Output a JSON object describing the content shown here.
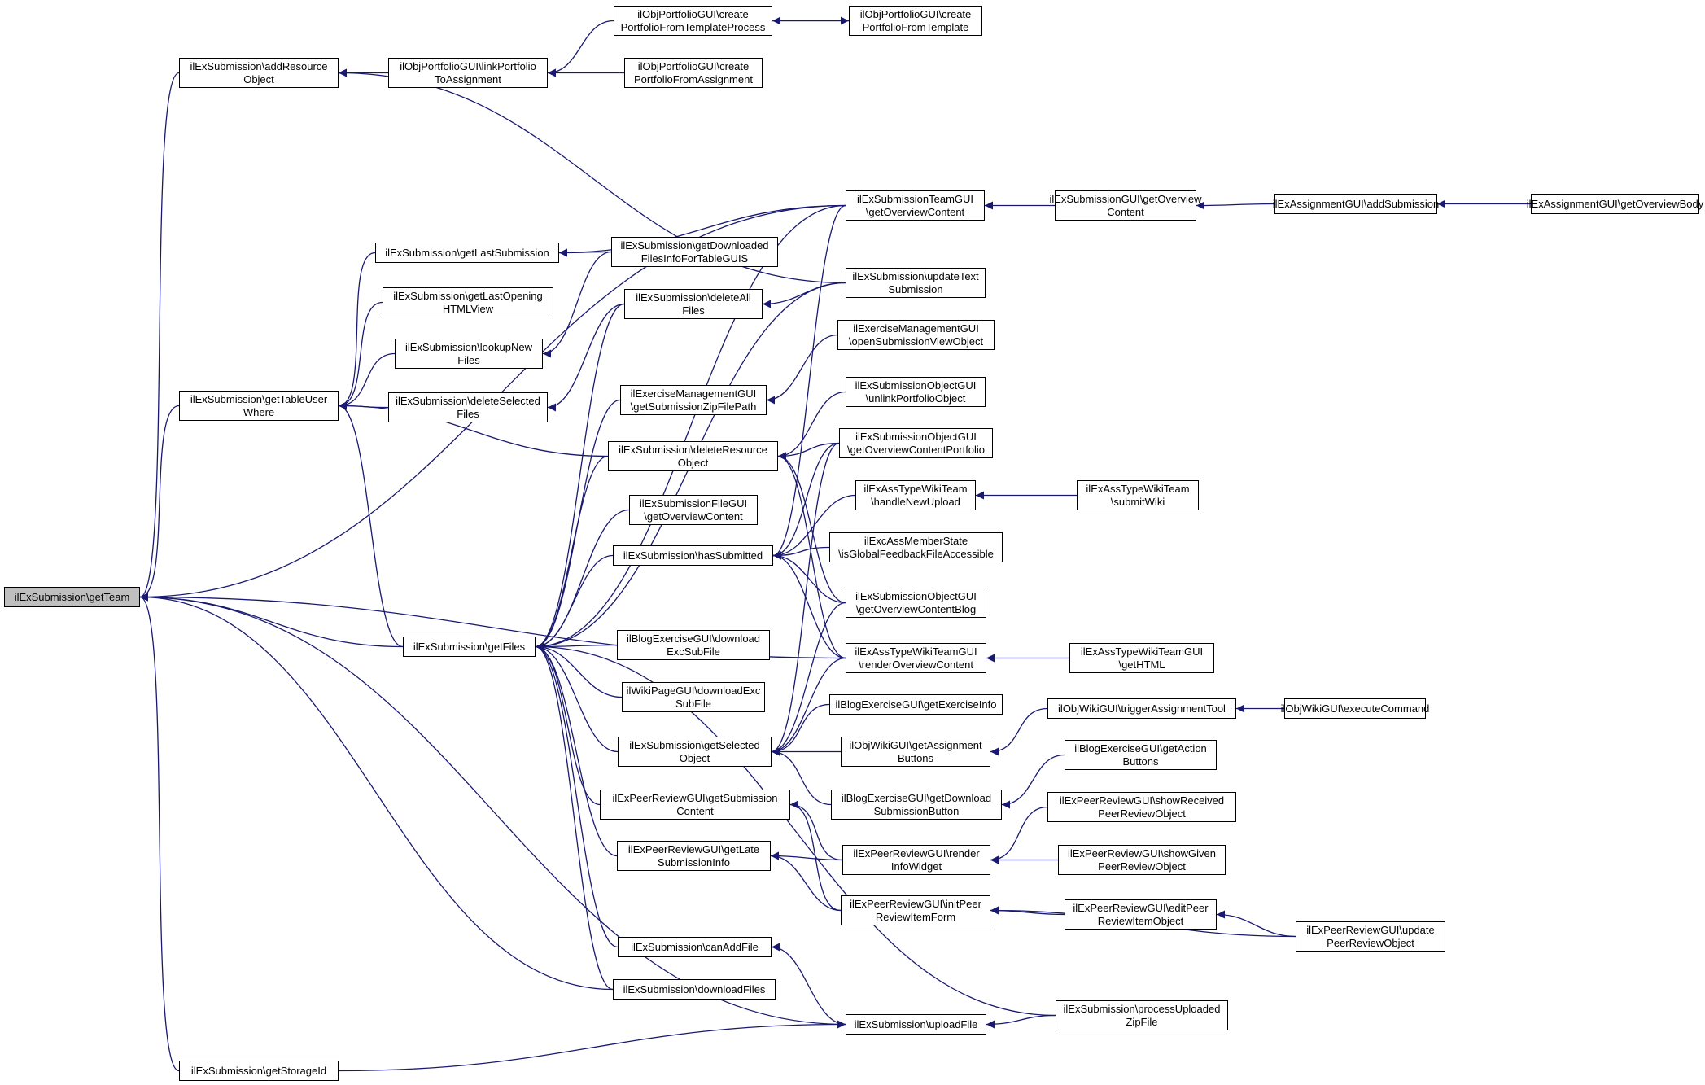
{
  "colors": {
    "edge": "#191970",
    "node_border": "#000000",
    "node_fill": "#ffffff",
    "root_fill": "#bfbfbf"
  },
  "nodes": [
    {
      "id": "getTeam",
      "label": "ilExSubmission\\getTeam",
      "root": true
    },
    {
      "id": "addResourceObject",
      "label": "ilExSubmission\\addResource\nObject"
    },
    {
      "id": "linkPortfolio",
      "label": "ilObjPortfolioGUI\\linkPortfolio\nToAssignment"
    },
    {
      "id": "createFromTplProcess",
      "label": "ilObjPortfolioGUI\\create\nPortfolioFromTemplateProcess"
    },
    {
      "id": "createFromTpl",
      "label": "ilObjPortfolioGUI\\create\nPortfolioFromTemplate"
    },
    {
      "id": "createFromAssignment",
      "label": "ilObjPortfolioGUI\\create\nPortfolioFromAssignment"
    },
    {
      "id": "teamGetOverview",
      "label": "ilExSubmissionTeamGUI\n\\getOverviewContent"
    },
    {
      "id": "subGuiGetOverview",
      "label": "ilExSubmissionGUI\\getOverview\nContent"
    },
    {
      "id": "assignAddSubmission",
      "label": "ilExAssignmentGUI\\addSubmission"
    },
    {
      "id": "assignGetOverviewBody",
      "label": "ilExAssignmentGUI\\getOverviewBody"
    },
    {
      "id": "getLastSubmission",
      "label": "ilExSubmission\\getLastSubmission"
    },
    {
      "id": "getDownloadedFilesInfo",
      "label": "ilExSubmission\\getDownloaded\nFilesInfoForTableGUIS"
    },
    {
      "id": "updateTextSubmission",
      "label": "ilExSubmission\\updateText\nSubmission"
    },
    {
      "id": "getLastOpening",
      "label": "ilExSubmission\\getLastOpening\nHTMLView"
    },
    {
      "id": "deleteAllFiles",
      "label": "ilExSubmission\\deleteAll\nFiles"
    },
    {
      "id": "openSubmissionView",
      "label": "ilExerciseManagementGUI\n\\openSubmissionViewObject"
    },
    {
      "id": "lookupNewFiles",
      "label": "ilExSubmission\\lookupNew\nFiles"
    },
    {
      "id": "getTableUserWhere",
      "label": "ilExSubmission\\getTableUser\nWhere"
    },
    {
      "id": "deleteSelectedFiles",
      "label": "ilExSubmission\\deleteSelected\nFiles"
    },
    {
      "id": "getSubmissionZipFilePath",
      "label": "ilExerciseManagementGUI\n\\getSubmissionZipFilePath"
    },
    {
      "id": "unlinkPortfolio",
      "label": "ilExSubmissionObjectGUI\n\\unlinkPortfolioObject"
    },
    {
      "id": "deleteResourceObject",
      "label": "ilExSubmission\\deleteResource\nObject"
    },
    {
      "id": "getOverviewContentPortfolio",
      "label": "ilExSubmissionObjectGUI\n\\getOverviewContentPortfolio"
    },
    {
      "id": "handleNewUpload",
      "label": "ilExAssTypeWikiTeam\n\\handleNewUpload"
    },
    {
      "id": "submitWiki",
      "label": "ilExAssTypeWikiTeam\n\\submitWiki"
    },
    {
      "id": "fileGuiGetOverview",
      "label": "ilExSubmissionFileGUI\n\\getOverviewContent"
    },
    {
      "id": "isGlobalFeedback",
      "label": "ilExcAssMemberState\n\\isGlobalFeedbackFileAccessible"
    },
    {
      "id": "hasSubmitted",
      "label": "ilExSubmission\\hasSubmitted"
    },
    {
      "id": "getOverviewContentBlog",
      "label": "ilExSubmissionObjectGUI\n\\getOverviewContentBlog"
    },
    {
      "id": "getFiles",
      "label": "ilExSubmission\\getFiles"
    },
    {
      "id": "renderOverviewContent",
      "label": "ilExAssTypeWikiTeamGUI\n\\renderOverviewContent"
    },
    {
      "id": "wikiTeamGetHTML",
      "label": "ilExAssTypeWikiTeamGUI\n\\getHTML"
    },
    {
      "id": "blogDownloadExcSubFile",
      "label": "ilBlogExerciseGUI\\download\nExcSubFile"
    },
    {
      "id": "wikiPageDownloadExcSubFile",
      "label": "ilWikiPageGUI\\downloadExc\nSubFile"
    },
    {
      "id": "blogGetExerciseInfo",
      "label": "ilBlogExerciseGUI\\getExerciseInfo"
    },
    {
      "id": "triggerAssignmentTool",
      "label": "ilObjWikiGUI\\triggerAssignmentTool"
    },
    {
      "id": "wikiExecuteCommand",
      "label": "ilObjWikiGUI\\executeCommand"
    },
    {
      "id": "getSelectedObject",
      "label": "ilExSubmission\\getSelected\nObject"
    },
    {
      "id": "wikiGetAssignmentButtons",
      "label": "ilObjWikiGUI\\getAssignment\nButtons"
    },
    {
      "id": "blogGetActionButtons",
      "label": "ilBlogExerciseGUI\\getAction\nButtons"
    },
    {
      "id": "prGetSubmissionContent",
      "label": "ilExPeerReviewGUI\\getSubmission\nContent"
    },
    {
      "id": "blogGetDownloadButton",
      "label": "ilBlogExerciseGUI\\getDownload\nSubmissionButton"
    },
    {
      "id": "showReceived",
      "label": "ilExPeerReviewGUI\\showReceived\nPeerReviewObject"
    },
    {
      "id": "prGetLateInfo",
      "label": "ilExPeerReviewGUI\\getLate\nSubmissionInfo"
    },
    {
      "id": "prRenderInfoWidget",
      "label": "ilExPeerReviewGUI\\render\nInfoWidget"
    },
    {
      "id": "showGiven",
      "label": "ilExPeerReviewGUI\\showGiven\nPeerReviewObject"
    },
    {
      "id": "initPeerReviewItemForm",
      "label": "ilExPeerReviewGUI\\initPeer\nReviewItemForm"
    },
    {
      "id": "editPeerReviewItem",
      "label": "ilExPeerReviewGUI\\editPeer\nReviewItemObject"
    },
    {
      "id": "updatePeerReview",
      "label": "ilExPeerReviewGUI\\update\nPeerReviewObject"
    },
    {
      "id": "canAddFile",
      "label": "ilExSubmission\\canAddFile"
    },
    {
      "id": "downloadFiles",
      "label": "ilExSubmission\\downloadFiles"
    },
    {
      "id": "processUploadedZip",
      "label": "ilExSubmission\\processUploaded\nZipFile"
    },
    {
      "id": "uploadFile",
      "label": "ilExSubmission\\uploadFile"
    },
    {
      "id": "getStorageId",
      "label": "ilExSubmission\\getStorageId"
    }
  ],
  "edges": [
    [
      "addResourceObject",
      "getTeam"
    ],
    [
      "getTableUserWhere",
      "getTeam"
    ],
    [
      "getFiles",
      "getTeam"
    ],
    [
      "teamGetOverview",
      "getTeam"
    ],
    [
      "renderOverviewContent",
      "getTeam"
    ],
    [
      "downloadFiles",
      "getTeam"
    ],
    [
      "uploadFile",
      "getTeam"
    ],
    [
      "getStorageId",
      "getTeam"
    ],
    [
      "linkPortfolio",
      "addResourceObject"
    ],
    [
      "updateTextSubmission",
      "addResourceObject"
    ],
    [
      "createFromTplProcess",
      "linkPortfolio"
    ],
    [
      "createFromAssignment",
      "linkPortfolio"
    ],
    [
      "createFromTpl",
      "createFromTplProcess"
    ],
    [
      "createFromTplProcess",
      "createFromTpl"
    ],
    [
      "subGuiGetOverview",
      "teamGetOverview"
    ],
    [
      "assignAddSubmission",
      "subGuiGetOverview"
    ],
    [
      "assignGetOverviewBody",
      "assignAddSubmission"
    ],
    [
      "getLastSubmission",
      "getTableUserWhere"
    ],
    [
      "getLastOpening",
      "getTableUserWhere"
    ],
    [
      "lookupNewFiles",
      "getTableUserWhere"
    ],
    [
      "deleteSelectedFiles",
      "getTableUserWhere"
    ],
    [
      "deleteResourceObject",
      "getTableUserWhere"
    ],
    [
      "getFiles",
      "getTableUserWhere"
    ],
    [
      "teamGetOverview",
      "getLastSubmission"
    ],
    [
      "getDownloadedFilesInfo",
      "getLastSubmission"
    ],
    [
      "getDownloadedFilesInfo",
      "lookupNewFiles"
    ],
    [
      "deleteAllFiles",
      "deleteSelectedFiles"
    ],
    [
      "updateTextSubmission",
      "deleteAllFiles"
    ],
    [
      "getSubmissionZipFilePath",
      "getFiles"
    ],
    [
      "deleteAllFiles",
      "getFiles"
    ],
    [
      "updateTextSubmission",
      "getFiles"
    ],
    [
      "teamGetOverview",
      "getFiles"
    ],
    [
      "fileGuiGetOverview",
      "getFiles"
    ],
    [
      "hasSubmitted",
      "getFiles"
    ],
    [
      "blogDownloadExcSubFile",
      "getFiles"
    ],
    [
      "wikiPageDownloadExcSubFile",
      "getFiles"
    ],
    [
      "getSelectedObject",
      "getFiles"
    ],
    [
      "prGetSubmissionContent",
      "getFiles"
    ],
    [
      "prGetLateInfo",
      "getFiles"
    ],
    [
      "canAddFile",
      "getFiles"
    ],
    [
      "downloadFiles",
      "getFiles"
    ],
    [
      "processUploadedZip",
      "getFiles"
    ],
    [
      "deleteResourceObject",
      "getFiles"
    ],
    [
      "openSubmissionView",
      "getSubmissionZipFilePath"
    ],
    [
      "unlinkPortfolio",
      "deleteResourceObject"
    ],
    [
      "getOverviewContentPortfolio",
      "deleteResourceObject"
    ],
    [
      "getOverviewContentBlog",
      "deleteResourceObject"
    ],
    [
      "renderOverviewContent",
      "deleteResourceObject"
    ],
    [
      "getOverviewContentPortfolio",
      "hasSubmitted"
    ],
    [
      "handleNewUpload",
      "hasSubmitted"
    ],
    [
      "isGlobalFeedback",
      "hasSubmitted"
    ],
    [
      "getOverviewContentBlog",
      "hasSubmitted"
    ],
    [
      "renderOverviewContent",
      "hasSubmitted"
    ],
    [
      "teamGetOverview",
      "hasSubmitted"
    ],
    [
      "submitWiki",
      "handleNewUpload"
    ],
    [
      "wikiTeamGetHTML",
      "renderOverviewContent"
    ],
    [
      "getOverviewContentPortfolio",
      "getSelectedObject"
    ],
    [
      "getOverviewContentBlog",
      "getSelectedObject"
    ],
    [
      "renderOverviewContent",
      "getSelectedObject"
    ],
    [
      "blogGetExerciseInfo",
      "getSelectedObject"
    ],
    [
      "wikiGetAssignmentButtons",
      "getSelectedObject"
    ],
    [
      "blogGetDownloadButton",
      "getSelectedObject"
    ],
    [
      "triggerAssignmentTool",
      "wikiGetAssignmentButtons"
    ],
    [
      "wikiExecuteCommand",
      "triggerAssignmentTool"
    ],
    [
      "blogGetActionButtons",
      "blogGetDownloadButton"
    ],
    [
      "prRenderInfoWidget",
      "prGetSubmissionContent"
    ],
    [
      "initPeerReviewItemForm",
      "prGetSubmissionContent"
    ],
    [
      "prRenderInfoWidget",
      "prGetLateInfo"
    ],
    [
      "initPeerReviewItemForm",
      "prGetLateInfo"
    ],
    [
      "showReceived",
      "prRenderInfoWidget"
    ],
    [
      "showGiven",
      "prRenderInfoWidget"
    ],
    [
      "editPeerReviewItem",
      "initPeerReviewItemForm"
    ],
    [
      "updatePeerReview",
      "initPeerReviewItemForm"
    ],
    [
      "updatePeerReview",
      "editPeerReviewItem"
    ],
    [
      "uploadFile",
      "canAddFile"
    ],
    [
      "processUploadedZip",
      "uploadFile"
    ],
    [
      "getStorageId",
      "uploadFile"
    ]
  ]
}
